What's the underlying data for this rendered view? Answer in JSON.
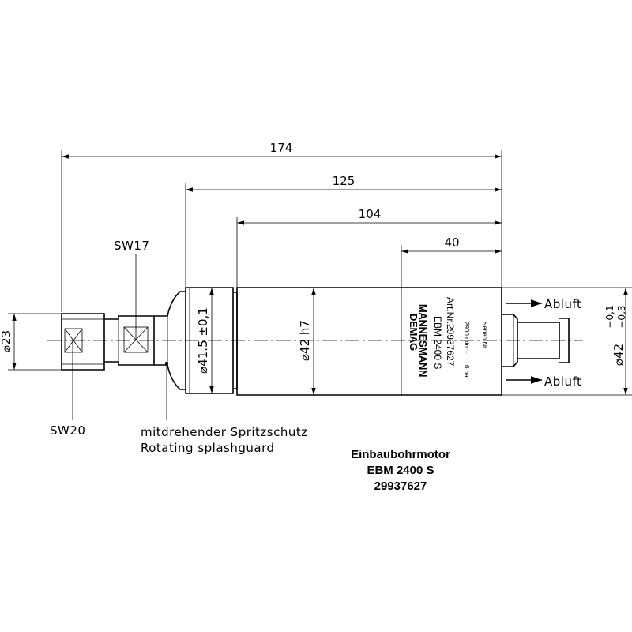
{
  "dimensions": {
    "total_length": "174",
    "length_125": "125",
    "length_104": "104",
    "length_40": "40",
    "dia_23": "⌀23",
    "dia_41_5": "⌀41.5 ±0,1",
    "dia_42_h7": "⌀42 h7",
    "dia_42_tol": "⌀42",
    "tol_upper": "−0,1",
    "tol_lower": "−0,3"
  },
  "labels": {
    "sw17": "SW17",
    "sw20": "SW20",
    "splashguard_de": "mitdrehender Spritzschutz",
    "splashguard_en": "Rotating splashguard",
    "exhaust_top": "Abluft",
    "exhaust_bottom": "Abluft"
  },
  "nameplate": {
    "brand_line1": "MANNESMANN",
    "brand_line2": "DEMAG",
    "model": "EBM 2400 S",
    "art_nr": "Art.Nr.29937627",
    "pressure": "6 bar",
    "speed": "2900 min⁻¹",
    "serial": "Serien Nr."
  },
  "title": {
    "line1": "Einbaubohrmotor",
    "line2": "EBM 2400 S",
    "line3": "29937627"
  }
}
